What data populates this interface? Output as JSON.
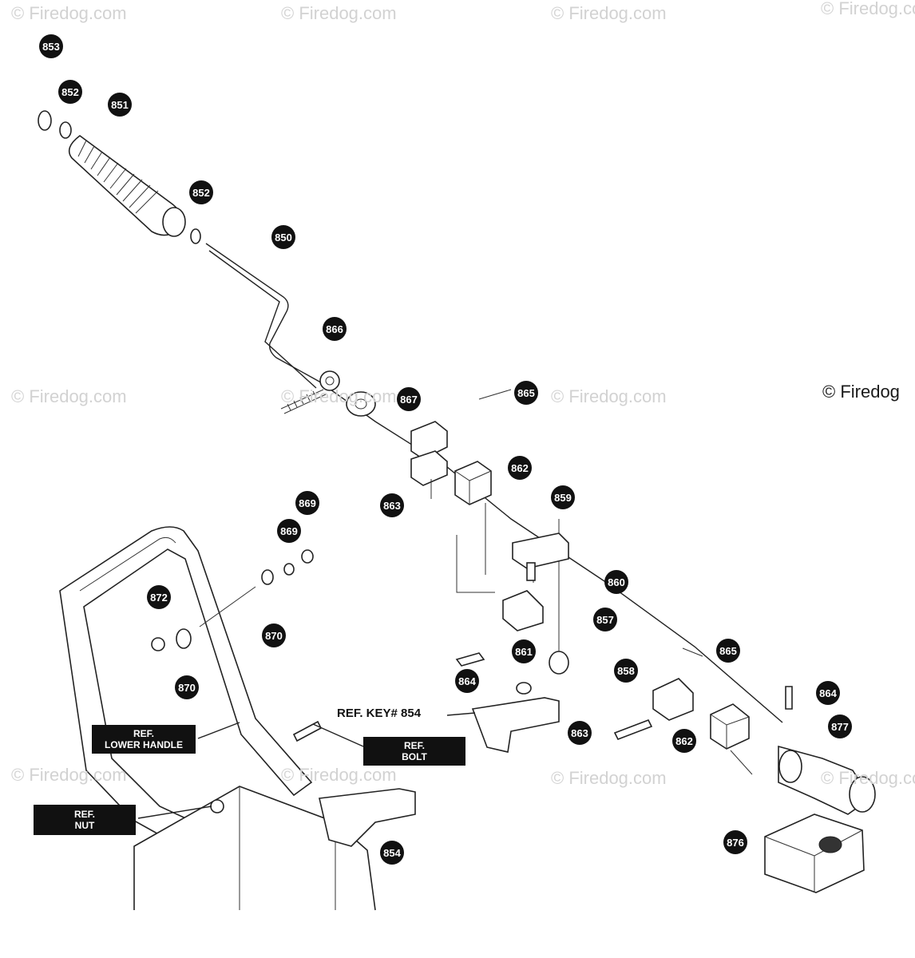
{
  "watermarks": [
    "© Firedog.com",
    "© Firedog.com",
    "© Firedog.com",
    "© Firedog.com",
    "© Firedog.com",
    "© Firedog.com",
    "© Firedog.com",
    "© Firedog.com",
    "© Firedog.com",
    "© Firedog.com",
    "© Firedog.com"
  ],
  "watermark_large": "© Firedog",
  "parts": [
    "853",
    "852",
    "851",
    "852",
    "850",
    "866",
    "867",
    "865",
    "862",
    "863",
    "869",
    "869",
    "859",
    "872",
    "870",
    "870",
    "860",
    "857",
    "864",
    "861",
    "858",
    "865",
    "864",
    "863",
    "862",
    "877",
    "854",
    "876"
  ],
  "ref_key": "REF. KEY# 854",
  "ref_lower_handle": [
    "REF.",
    "LOWER HANDLE"
  ],
  "ref_bolt": [
    "REF.",
    "BOLT"
  ],
  "ref_nut": [
    "REF.",
    "NUT"
  ]
}
